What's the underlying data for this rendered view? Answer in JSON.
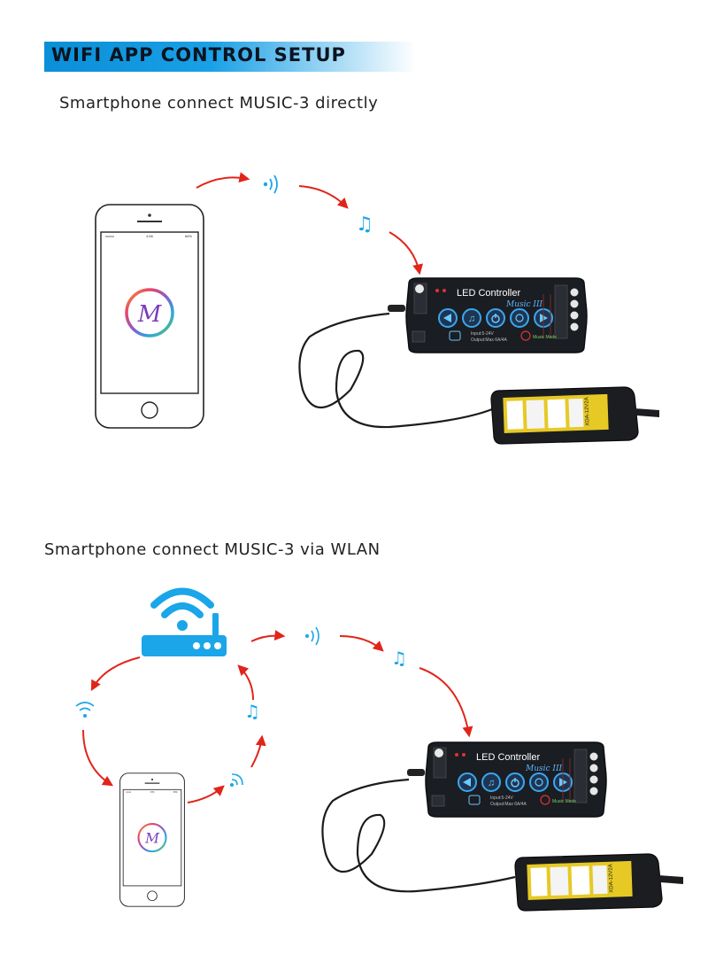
{
  "header": {
    "title": "WIFI APP CONTROL SETUP"
  },
  "section1": {
    "title": "Smartphone connect MUSIC-3 directly"
  },
  "section2": {
    "title": "Smartphone connect MUSIC-3 via WLAN"
  },
  "phone": {
    "status_left": "xxxxx",
    "status_center": "4:56",
    "status_right": "66%",
    "app_logo_letter": "M"
  },
  "controller": {
    "label": "LED Controller",
    "model": "Music III",
    "spec_line1": "Input:5-24V",
    "spec_line2": "Output:Max 6A/4A",
    "mode_text": "Music Mode"
  },
  "power_adapter": {
    "model_text": "XDA-12V2A"
  },
  "colors": {
    "accent_blue": "#0a8fd8",
    "arrow_red": "#e0251b",
    "icon_blue": "#1aa6e8"
  }
}
